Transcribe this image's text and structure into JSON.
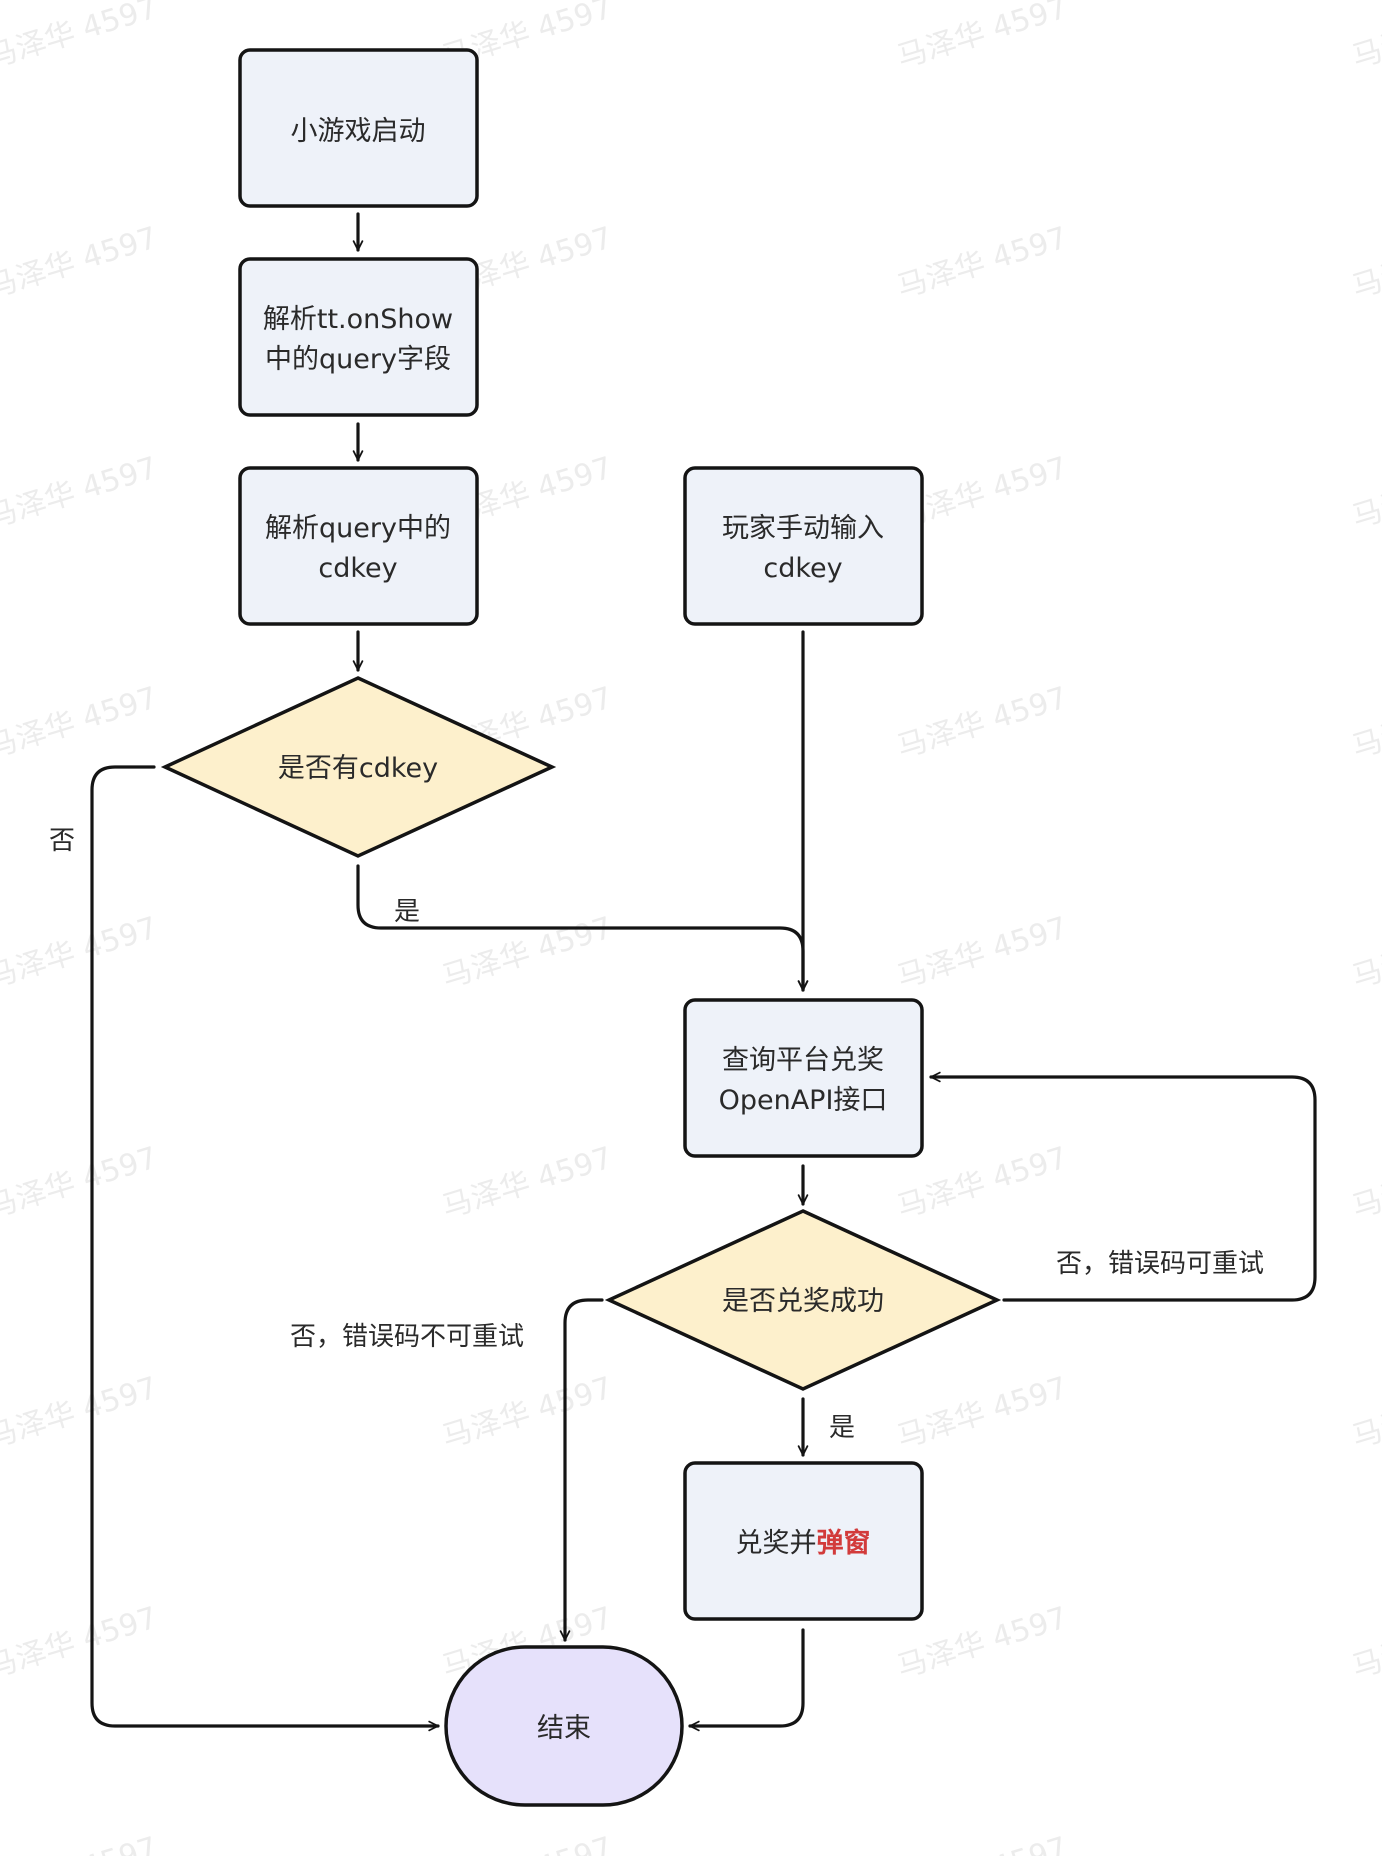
{
  "watermark": "马泽华 4597",
  "nodes": {
    "start": "小游戏启动",
    "parse_onshow": [
      "解析tt.onShow",
      "中的query字段"
    ],
    "parse_query": [
      "解析query中的",
      "cdkey"
    ],
    "manual_input": [
      "玩家手动输入",
      "cdkey"
    ],
    "has_cdkey": "是否有cdkey",
    "query_api": [
      "查询平台兑奖",
      "OpenAPI接口"
    ],
    "redeem_success": "是否兑奖成功",
    "redeem_popup": {
      "plain": "兑奖并",
      "highlight": "弹窗"
    },
    "end": "结束"
  },
  "edges": {
    "no": "否",
    "yes": "是",
    "no_retry": "否，错误码可重试",
    "no_no_retry": "否，错误码不可重试"
  },
  "colors": {
    "box_fill": "#eef2f9",
    "decision_fill": "#fdf0cc",
    "terminal_fill": "#e6e1fb",
    "stroke": "#141414",
    "highlight": "#d23b3b"
  }
}
